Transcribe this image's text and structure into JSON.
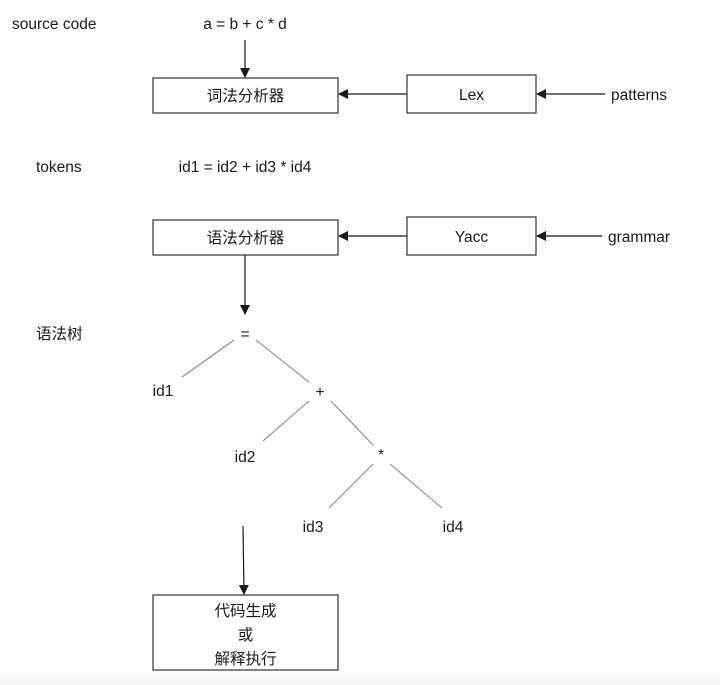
{
  "diagram": {
    "rows": {
      "source_code": {
        "label": "source code",
        "value": "a = b + c * d"
      },
      "tokens": {
        "label": "tokens",
        "value": "id1 = id2 + id3 * id4"
      },
      "syntax_tree": {
        "label": "语法树"
      }
    },
    "boxes": {
      "lexical_analyzer": "词法分析器",
      "lex": "Lex",
      "syntax_analyzer": "语法分析器",
      "yacc": "Yacc",
      "output": [
        "代码生成",
        "或",
        "解释执行"
      ]
    },
    "inputs": {
      "patterns": "patterns",
      "grammar": "grammar"
    },
    "tree": {
      "root": "=",
      "nodes": {
        "eq": "=",
        "id1": "id1",
        "plus": "+",
        "id2": "id2",
        "mul": "*",
        "id3": "id3",
        "id4": "id4"
      },
      "edges": [
        [
          "=",
          "id1"
        ],
        [
          "=",
          "+"
        ],
        [
          "+",
          "id2"
        ],
        [
          "+",
          "*"
        ],
        [
          "*",
          "id3"
        ],
        [
          "*",
          "id4"
        ]
      ]
    }
  }
}
